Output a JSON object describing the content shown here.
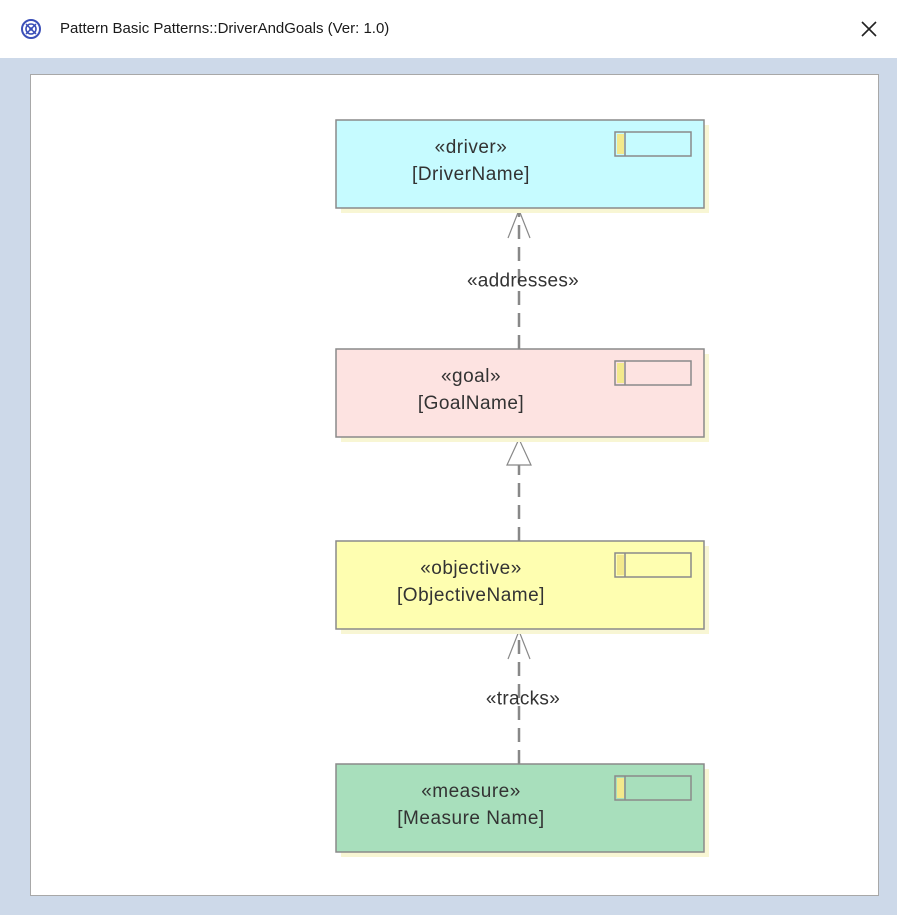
{
  "window": {
    "title": "Pattern Basic Patterns::DriverAndGoals (Ver: 1.0)",
    "icon": "pattern-icon",
    "close_icon": "close-icon"
  },
  "diagram": {
    "elements": [
      {
        "id": "driver",
        "stereotype": "«driver»",
        "name": "[DriverName]",
        "fill": "#c6fbff"
      },
      {
        "id": "goal",
        "stereotype": "«goal»",
        "name": "[GoalName]",
        "fill": "#fde3e1"
      },
      {
        "id": "objective",
        "stereotype": "«objective»",
        "name": "[ObjectiveName]",
        "fill": "#fefeb0"
      },
      {
        "id": "measure",
        "stereotype": "«measure»",
        "name": "[Measure Name]",
        "fill": "#a8dfbc"
      }
    ],
    "connectors": [
      {
        "from": "goal",
        "to": "driver",
        "label": "«addresses»",
        "kind": "dependency"
      },
      {
        "from": "objective",
        "to": "goal",
        "label": "",
        "kind": "realization"
      },
      {
        "from": "measure",
        "to": "objective",
        "label": "«tracks»",
        "kind": "dependency"
      }
    ],
    "colors": {
      "border": "#8a8a8a",
      "shadow": "#f8f6d4",
      "connector": "#888888",
      "compartment_marker": "#f3e98c"
    }
  }
}
